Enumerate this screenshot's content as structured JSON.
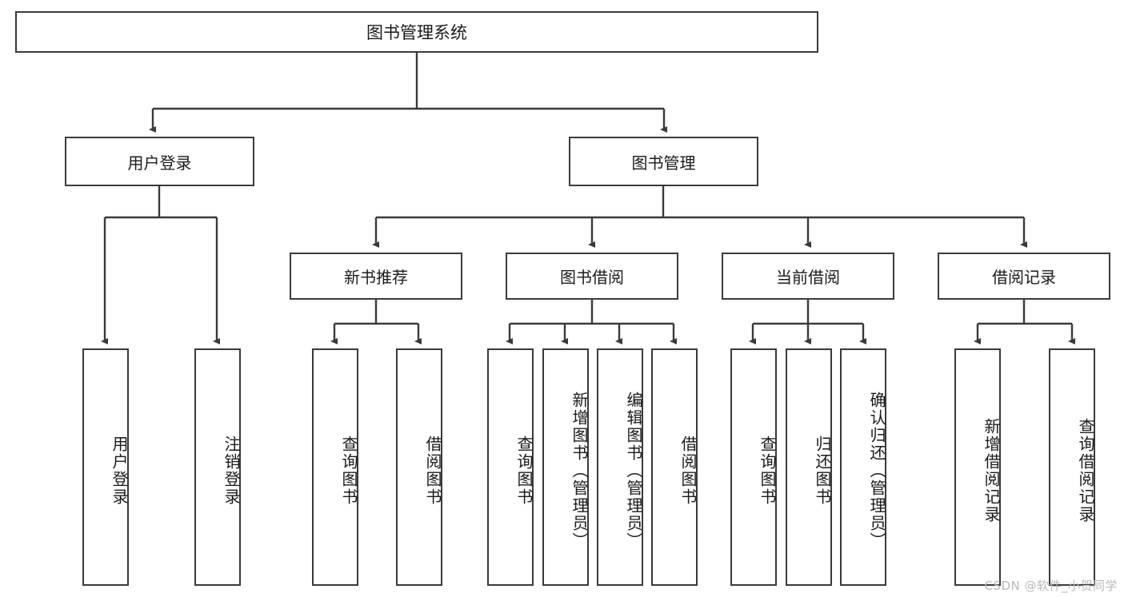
{
  "diagram": {
    "title": "图书管理系统",
    "type": "tree-hierarchy-diagram",
    "watermark": "CSDN @软件_小贺同学",
    "colors": {
      "stroke": "#3a3a3a",
      "fill": "#ffffff",
      "text": "#1a1a1a",
      "watermark": "#b9b9b9"
    },
    "nodes": {
      "root": {
        "label": "图书管理系统"
      },
      "level1": [
        {
          "label": "用户登录"
        },
        {
          "label": "图书管理"
        }
      ],
      "level2": [
        {
          "label": "新书推荐"
        },
        {
          "label": "图书借阅"
        },
        {
          "label": "当前借阅"
        },
        {
          "label": "借阅记录"
        }
      ],
      "leaves": {
        "user_login": [
          {
            "label": "用户登录"
          },
          {
            "label": "注销登录"
          }
        ],
        "new_book_recommend": [
          {
            "label": "查询图书"
          },
          {
            "label": "借阅图书"
          }
        ],
        "book_borrow": [
          {
            "label": "查询图书"
          },
          {
            "label": "新增图书（管理员）"
          },
          {
            "label": "编辑图书（管理员）"
          },
          {
            "label": "借阅图书"
          }
        ],
        "current_borrow": [
          {
            "label": "查询图书"
          },
          {
            "label": "归还图书"
          },
          {
            "label": "确认归还（管理员）"
          }
        ],
        "borrow_record": [
          {
            "label": "新增借阅记录"
          },
          {
            "label": "查询借阅记录"
          }
        ]
      }
    }
  }
}
